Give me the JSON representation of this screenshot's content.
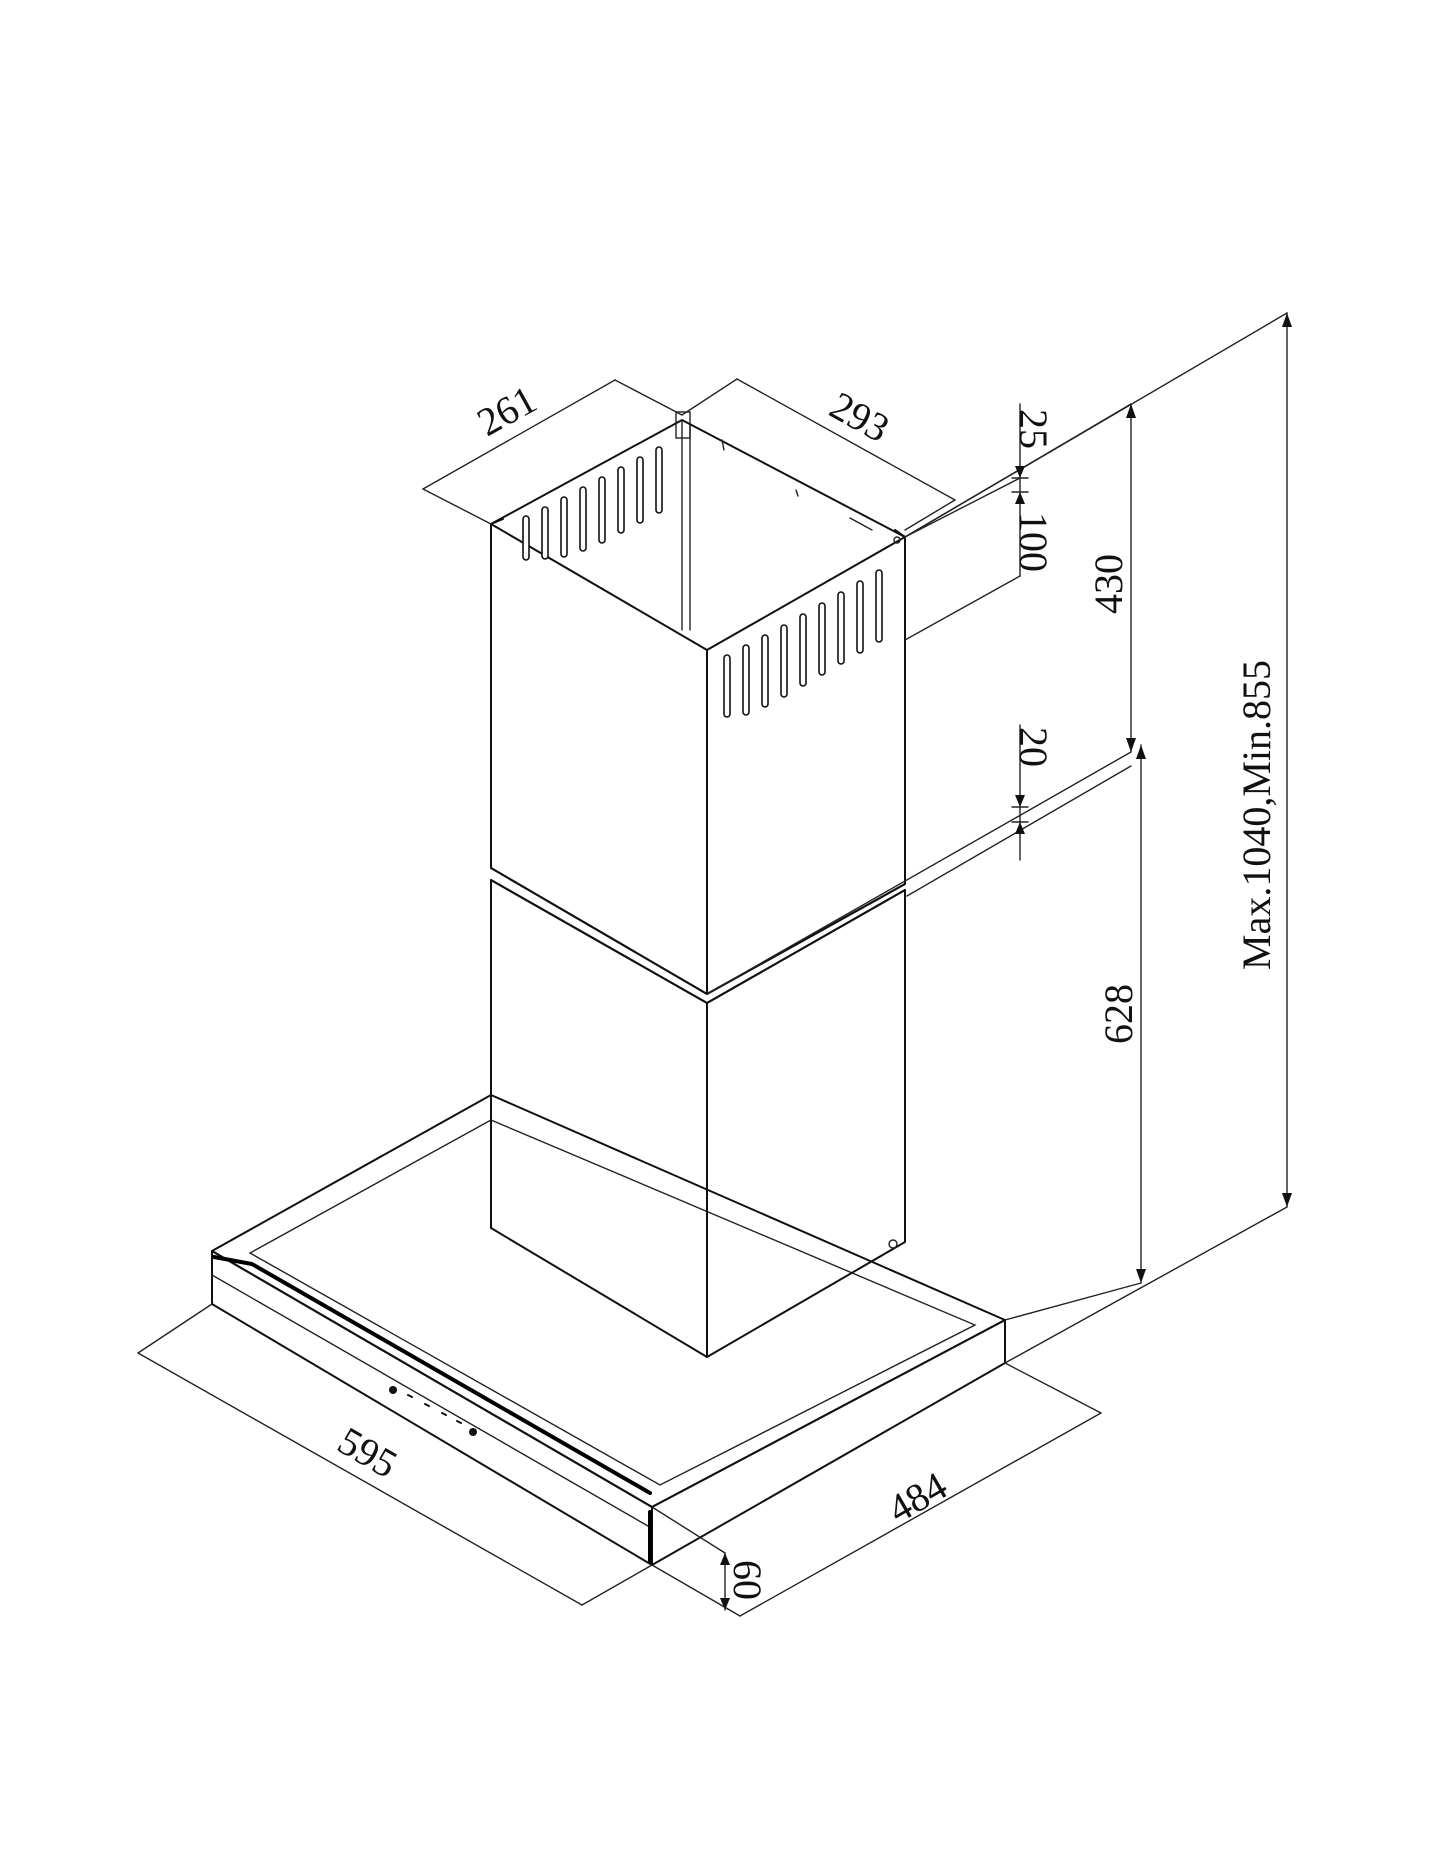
{
  "dimensions": {
    "chimney_depth": "261",
    "chimney_width": "293",
    "bracket_top_gap": "25",
    "bracket_height": "100",
    "upper_chimney_height": "430",
    "overlap": "20",
    "lower_chimney_height": "628",
    "total_height": "Max.1040,Min.855",
    "hood_width": "595",
    "hood_depth": "484",
    "hood_thickness": "60"
  }
}
